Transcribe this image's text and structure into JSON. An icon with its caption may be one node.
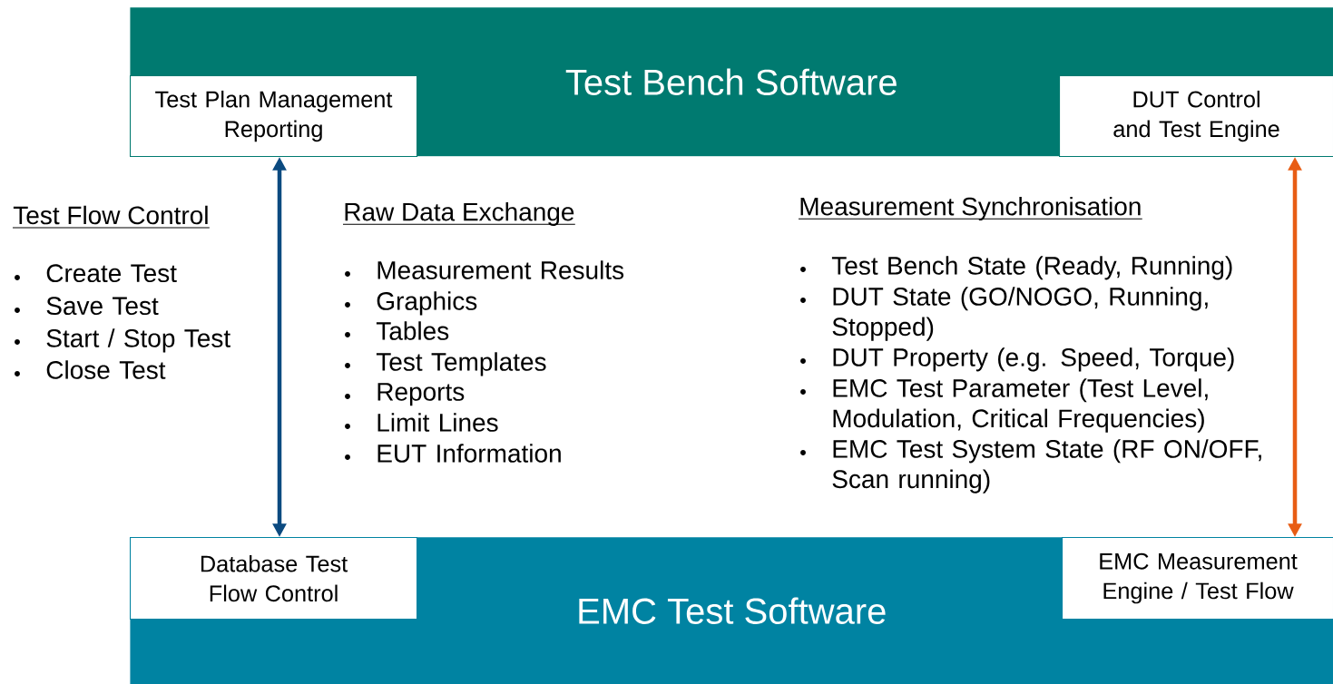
{
  "diagram": {
    "nodes": [
      {
        "text": [
          "Test Bench Software"
        ]
      },
      {
        "text": [
          "Test Plan Management Reporting"
        ],
        "in": 0
      },
      {
        "text": [
          "DUT Control and Test Engine"
        ],
        "in": 0
      },
      {
        "text": [
          "EMC Test Software"
        ]
      },
      {
        "text": [
          "Database Test Flow Control"
        ],
        "in": 3
      },
      {
        "text": [
          "EMC Measurement Engine / Test Flow"
        ],
        "in": 3
      }
    ],
    "edges": [
      {
        "from": 1,
        "to": 4,
        "arrow": "both",
        "color": "#0b4a80"
      },
      {
        "from": 2,
        "to": 5,
        "arrow": "both",
        "color": "#e85d14"
      }
    ],
    "labels": [
      "Test Flow Control",
      "Create Test",
      "Save Test",
      "Start / Stop Test",
      "Close Test",
      "Raw Data Exchange",
      "Measurement Results",
      "Graphics",
      "Tables",
      "Test Templates",
      "Reports",
      "Limit Lines",
      "EUT Information",
      "Measurement Synchronisation",
      "Test Bench State (Ready, Running)",
      "DUT State (GO/NOGO, Running, Stopped)",
      "DUT Property (e.g. Speed, Torque)",
      "EMC Test Parameter (Test Level, Modulation, Critical Frequencies)",
      "EMC Test System State (RF ON/OFF, Scan running)"
    ]
  }
}
